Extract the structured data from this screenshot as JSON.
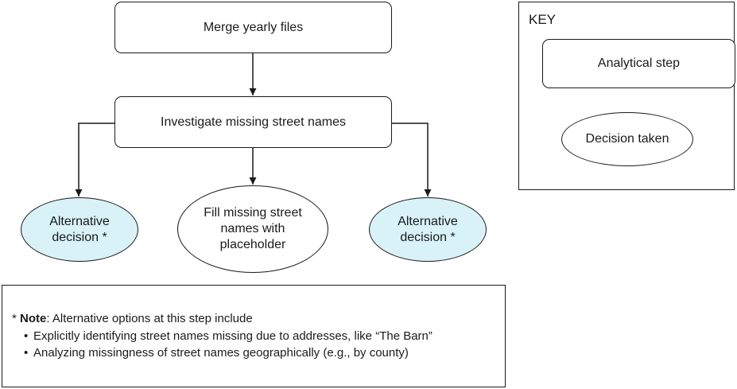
{
  "flowchart": {
    "merge": "Merge yearly files",
    "investigate": "Investigate missing street names",
    "alt_left": "Alternative decision *",
    "fill": "Fill missing street names with placeholder",
    "alt_right": "Alternative decision *"
  },
  "key": {
    "title": "KEY",
    "step_label": "Analytical step",
    "decision_label": "Decision taken"
  },
  "note": {
    "prefix": "* ",
    "bold": "Note",
    "text": ": Alternative options at this step include",
    "items": [
      "Explicitly identifying street names missing due to addresses, like “The Barn”",
      "Analyzing missingness of street names geographically (e.g., by county)"
    ]
  },
  "colors": {
    "stroke": "#1a1a1a",
    "alternative_fill": "#d9f2f7",
    "decision_fill": "#ffffff"
  }
}
